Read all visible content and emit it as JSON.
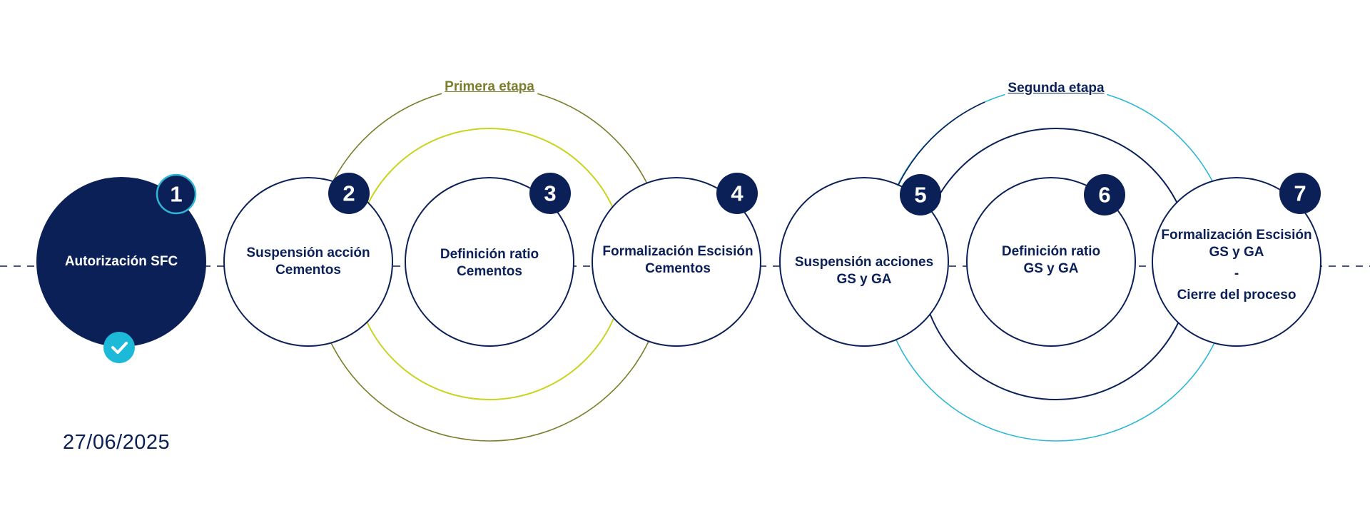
{
  "colors": {
    "navy": "#0b2057",
    "olive": "#7a7d2a",
    "lime": "#c8d41e",
    "cyan": "#2fb7d6",
    "check": "#1db9d9"
  },
  "stages": {
    "first": "Primera etapa",
    "second": "Segunda etapa"
  },
  "steps": [
    {
      "number": "1",
      "lines": [
        "Autorización SFC"
      ],
      "status": "completed",
      "icon": "check-icon"
    },
    {
      "number": "2",
      "lines": [
        "Suspensión acción",
        "Cementos"
      ]
    },
    {
      "number": "3",
      "lines": [
        "Definición ratio",
        "Cementos"
      ]
    },
    {
      "number": "4",
      "lines": [
        "Formalización Escisión",
        "Cementos"
      ]
    },
    {
      "number": "5",
      "lines": [
        "Suspensión acciones",
        "GS y GA"
      ]
    },
    {
      "number": "6",
      "lines": [
        "Definición ratio",
        "GS y GA"
      ]
    },
    {
      "number": "7",
      "lines": [
        "Formalización Escisión",
        "GS y GA",
        "-",
        "Cierre del proceso"
      ]
    }
  ],
  "date": "27/06/2025"
}
